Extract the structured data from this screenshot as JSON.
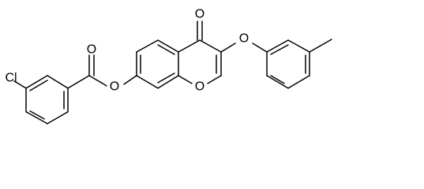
{
  "atom_labels": {
    "chlorine": "Cl",
    "ester_oxygen_carbonyl": "O",
    "ester_oxygen_link": "O",
    "chromone_carbonyl_oxygen": "O",
    "chromone_ring_oxygen": "O",
    "ether_oxygen": "O"
  },
  "colors": {
    "bond": "#000000",
    "label": "#000000",
    "background": "#ffffff"
  }
}
